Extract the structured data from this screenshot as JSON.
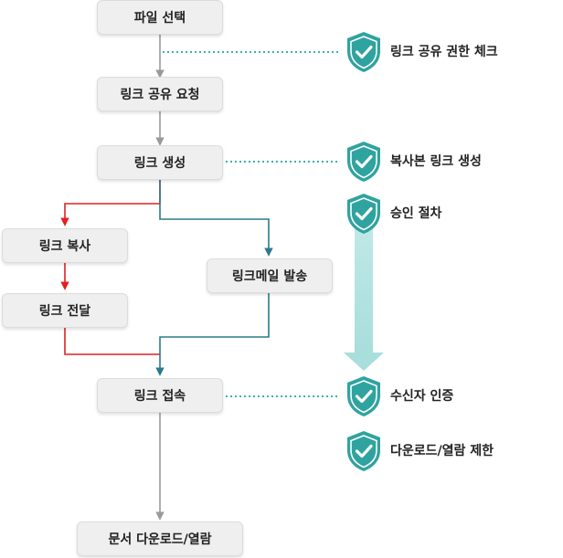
{
  "colors": {
    "box_fill": "#efefef",
    "flow_gray": "#999999",
    "flow_red": "#e02020",
    "flow_blue": "#2b7a8c",
    "dotted_teal": "#3bb0b0",
    "shield_teal": "#2fa3a0",
    "approval_bar": "#bfe8e6"
  },
  "flow": {
    "select_file": "파일 선택",
    "request_share": "링크 공유 요청",
    "create_link": "링크 생성",
    "copy_link": "링크 복사",
    "deliver_link": "링크 전달",
    "send_link_mail": "링크메일 발송",
    "access_link": "링크 접속",
    "download_view": "문서 다운로드/열람"
  },
  "controls": {
    "share_permission_check": "링크 공유 권한 체크",
    "copy_link_creation": "복사본 링크 생성",
    "approval_process": "승인 절차",
    "recipient_auth": "수신자 인증",
    "download_view_limit": "다운로드/열람 제한"
  }
}
